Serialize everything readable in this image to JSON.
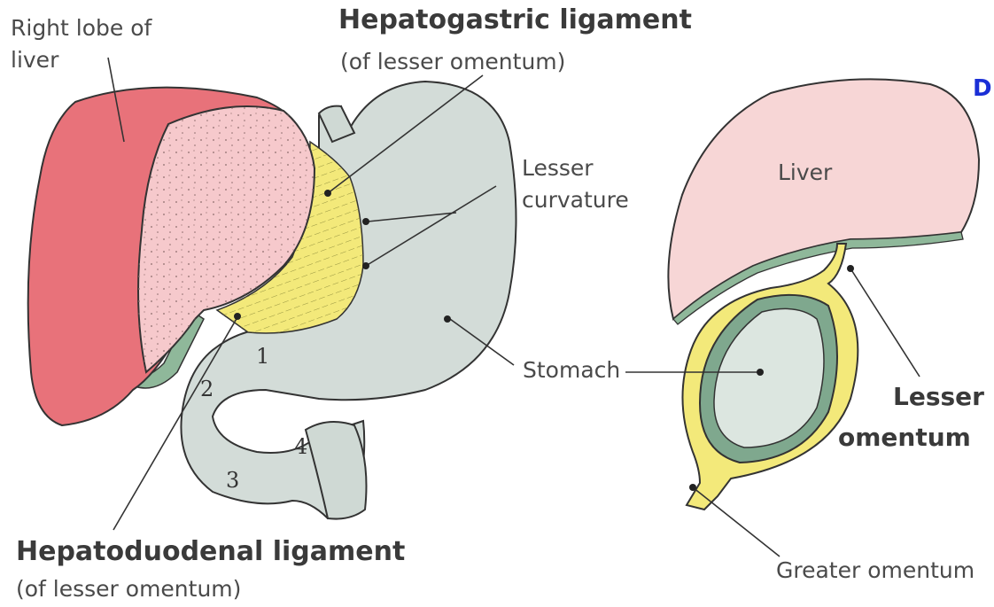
{
  "labels": {
    "right_lobe_line1": "Right lobe of",
    "right_lobe_line2": "liver",
    "hepatogastric_title": "Hepatogastric ligament",
    "hepatogastric_sub": "(of lesser omentum)",
    "lesser_curvature_line1": "Lesser",
    "lesser_curvature_line2": "curvature",
    "stomach": "Stomach",
    "hepatoduodenal_title": "Hepatoduodenal ligament",
    "hepatoduodenal_sub": "(of lesser omentum)",
    "panel_letter": "D",
    "liver": "Liver",
    "lesser_omentum_line1": "Lesser",
    "lesser_omentum_line2": "omentum",
    "greater_omentum": "Greater omentum"
  },
  "duodenum_parts": [
    "1",
    "2",
    "3",
    "4"
  ],
  "colors": {
    "liver_right_lobe": "#e8727a",
    "liver_under_surface": "#f6c9cc",
    "stomach": "#d3dcd8",
    "omentum": "#f3e97a",
    "peritoneum": "#8fb89a",
    "liver_section": "#f7d6d6",
    "panel_letter": "#1a2fd6"
  }
}
